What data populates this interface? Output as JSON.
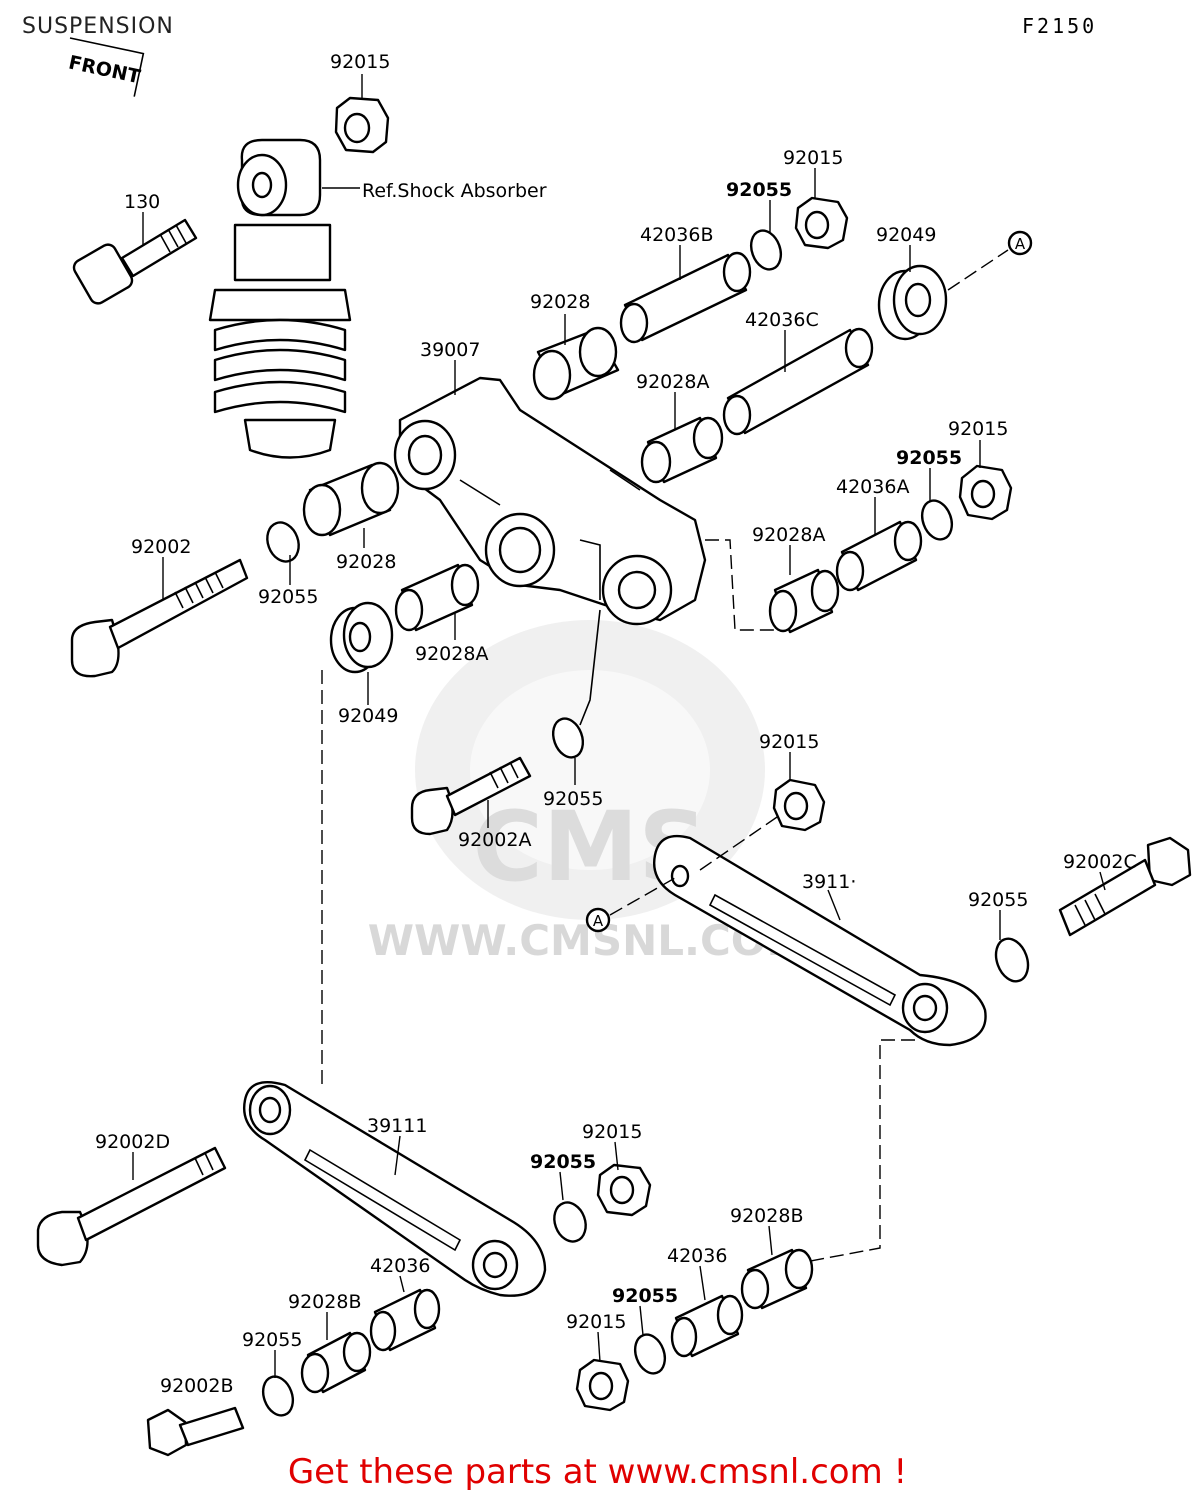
{
  "title": "SUSPENSION",
  "ref_code": "F2150",
  "front_label": "FRONT",
  "shock_ref_label": "Ref.Shock Absorber",
  "watermark": "WWW.CMSNL.COM",
  "promo": {
    "text": "Get these parts at www.cmsnl.com !",
    "color": "#e00000"
  },
  "callout_marker": "A",
  "parts": {
    "p92015_top": "92015",
    "p130": "130",
    "p92055_a": "92055",
    "p92015_b": "92015",
    "p42036B": "42036B",
    "p92049_a": "92049",
    "p92028_a": "92028",
    "p42036C": "42036C",
    "p39007": "39007",
    "p92028A_a": "92028A",
    "p92015_c": "92015",
    "p92055_b": "92055",
    "p42036A": "42036A",
    "p92002": "92002",
    "p92028_b": "92028",
    "p92055_c": "92055",
    "p92028A_b": "92028A",
    "p92028A_c": "92028A",
    "p92049_b": "92049",
    "p92015_d": "92015",
    "p92055_d": "92055",
    "p92002A": "92002A",
    "p92002C": "92002C",
    "p3911": "3911·",
    "p92055_e": "92055",
    "p92002D": "92002D",
    "p39111": "39111",
    "p92015_e": "92015",
    "p92055_f": "92055",
    "p92028B_a": "92028B",
    "p42036_a": "42036",
    "p42036_b": "42036",
    "p92055_g": "92055",
    "p92028B_b": "92028B",
    "p92015_f": "92015",
    "p92055_h": "92055",
    "p92002B": "92002B"
  }
}
